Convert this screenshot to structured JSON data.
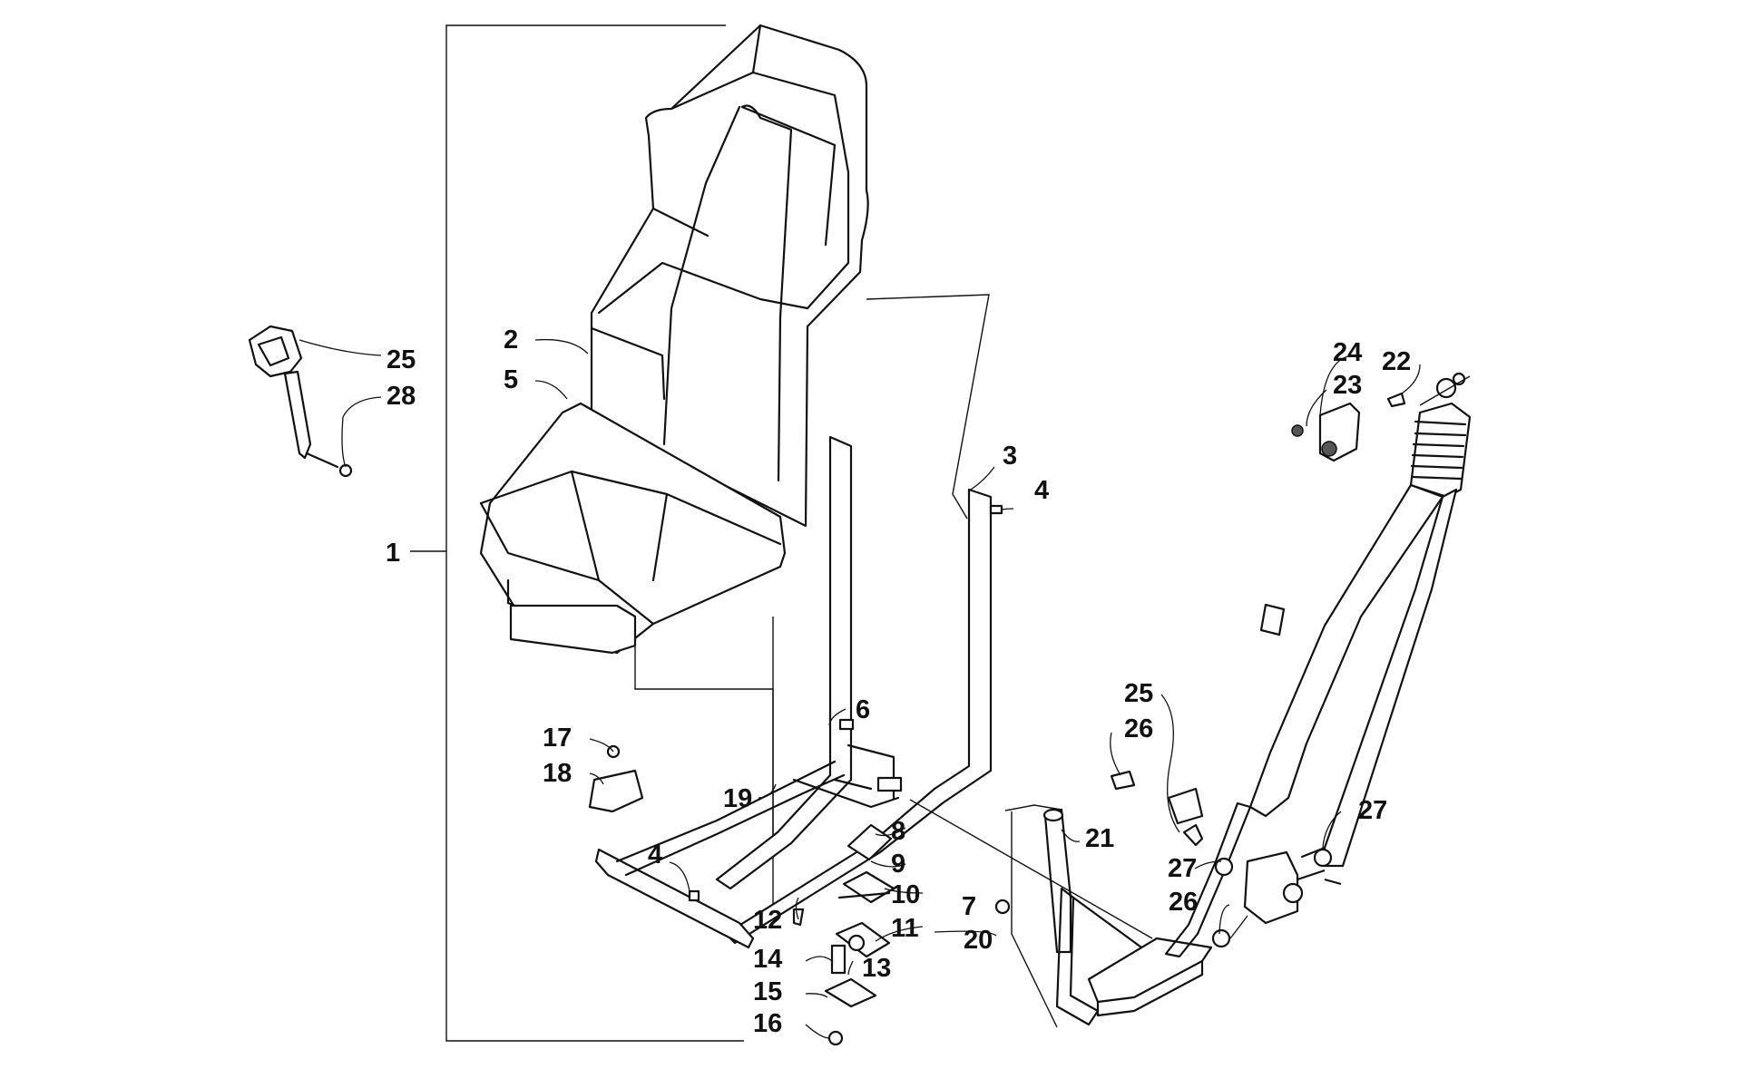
{
  "diagram": {
    "callouts": [
      {
        "id": "c1",
        "text": "1"
      },
      {
        "id": "c2",
        "text": "2"
      },
      {
        "id": "c3",
        "text": "3"
      },
      {
        "id": "c4a",
        "text": "4"
      },
      {
        "id": "c4b",
        "text": "4"
      },
      {
        "id": "c5",
        "text": "5"
      },
      {
        "id": "c6",
        "text": "6"
      },
      {
        "id": "c7",
        "text": "7"
      },
      {
        "id": "c8",
        "text": "8"
      },
      {
        "id": "c9",
        "text": "9"
      },
      {
        "id": "c10",
        "text": "10"
      },
      {
        "id": "c11",
        "text": "11"
      },
      {
        "id": "c12",
        "text": "12"
      },
      {
        "id": "c13",
        "text": "13"
      },
      {
        "id": "c14",
        "text": "14"
      },
      {
        "id": "c15",
        "text": "15"
      },
      {
        "id": "c16",
        "text": "16"
      },
      {
        "id": "c17",
        "text": "17"
      },
      {
        "id": "c18",
        "text": "18"
      },
      {
        "id": "c19",
        "text": "19"
      },
      {
        "id": "c20",
        "text": "20"
      },
      {
        "id": "c21",
        "text": "21"
      },
      {
        "id": "c22",
        "text": "22"
      },
      {
        "id": "c23",
        "text": "23"
      },
      {
        "id": "c24",
        "text": "24"
      },
      {
        "id": "c25a",
        "text": "25"
      },
      {
        "id": "c25b",
        "text": "25"
      },
      {
        "id": "c26a",
        "text": "26"
      },
      {
        "id": "c26b",
        "text": "26"
      },
      {
        "id": "c27a",
        "text": "27"
      },
      {
        "id": "c27b",
        "text": "27"
      },
      {
        "id": "c28",
        "text": "28"
      }
    ]
  }
}
